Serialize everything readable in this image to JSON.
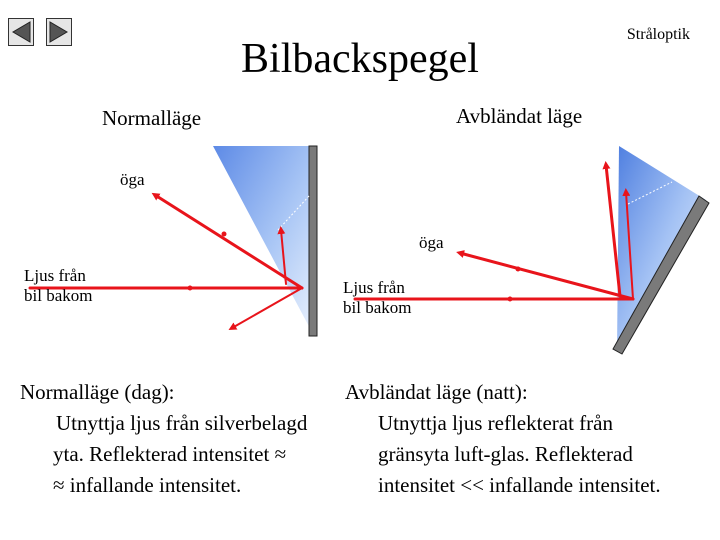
{
  "title": "Bilbackspegel",
  "topic": "Stråloptik",
  "modes": {
    "normal": "Normalläge",
    "dimmed": "Avbländat läge"
  },
  "labels": {
    "eye_1": "öga",
    "eye_2": "öga",
    "light_source_1": [
      "Ljus från",
      "bil bakom"
    ],
    "light_source_2": [
      "Ljus från",
      "bil bakom"
    ]
  },
  "description": {
    "left": {
      "heading": "Normalläge (dag):",
      "lines": [
        "Utnyttja ljus från silverbelagd",
        "yta. Reflekterad intensitet ≈",
        "≈ infallande intensitet."
      ]
    },
    "right": {
      "heading": "Avbländat läge (natt):",
      "lines": [
        "Utnyttja ljus reflekterat från",
        "gränsyta luft-glas. Reflekterad",
        "intensitet << infallande intensitet."
      ]
    }
  },
  "colors": {
    "ray": "#e8141b",
    "glass": "#8fb4f0",
    "mirror_backing": "#7a7a7a"
  },
  "nav": {
    "prev_icon": "prev-arrow-icon",
    "next_icon": "next-arrow-icon"
  }
}
